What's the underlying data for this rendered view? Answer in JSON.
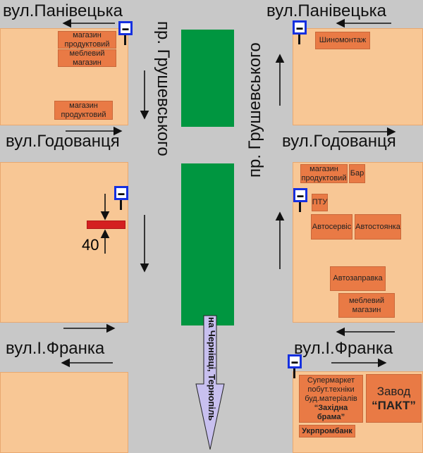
{
  "streets": {
    "panivetska": "вул.Панівецька",
    "hodovantsia": "вул.Годованця",
    "franka": "вул.І.Франка",
    "hrushevskoho": "пр. Грушевського"
  },
  "direction_sign": "на Чернівці, Тернопіль",
  "speed_limit": "40",
  "shops": {
    "tl": [
      "магазин продуктовий",
      "меблевий магазин",
      "магазин продуктовий"
    ],
    "tr": [
      "Шиномонтаж"
    ],
    "mr": [
      "магазин продуктовий",
      "Бар",
      "ПТУ",
      "Автосервіс",
      "Автостоянка",
      "Автозаправка",
      "меблевий магазин"
    ],
    "br": {
      "supermarket": "Супермаркет побут.техніки буд.матеріалів",
      "supermarket_name": "“Західна брама”",
      "plant": "Завод",
      "plant_name": "“ПАКТ”",
      "bank": "Укрпромбанк"
    }
  },
  "colors": {
    "road": "#c8c8c8",
    "block": "#f8c795",
    "shop": "#e97a45",
    "median": "#009640",
    "bus_stop": "#1530e0",
    "marker": "#d42020"
  }
}
